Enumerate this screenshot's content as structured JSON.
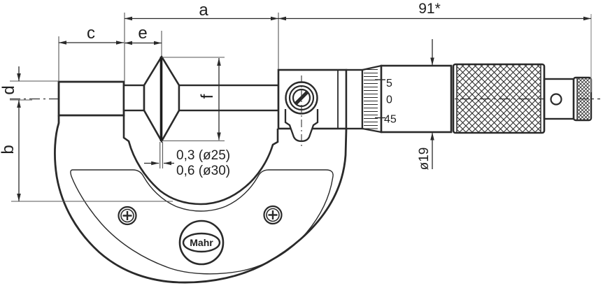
{
  "drawing": {
    "logo_text": "Mahr",
    "dim_labels": {
      "a": "a",
      "overall_length": "91*",
      "c": "c",
      "e": "e",
      "d": "d",
      "b": "b",
      "f": "f",
      "thimble_diameter": "ø19",
      "face_offset_line1": "0,3 (ø25)",
      "face_offset_line2": "0,6 (ø30)"
    },
    "thimble_scale": {
      "ticks": [
        "5",
        "0",
        "45"
      ]
    },
    "colors": {
      "background": "#ffffff",
      "line": "#2a2a2a",
      "dimension_line": "#333333",
      "text": "#1f1f1f",
      "faint_extension": "#919191"
    }
  }
}
